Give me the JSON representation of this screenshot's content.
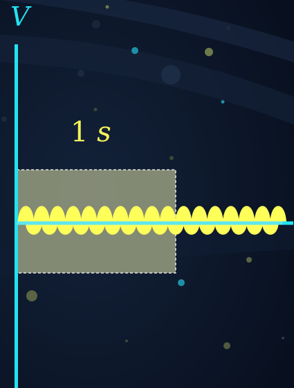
{
  "axis_label": "V",
  "time_label_number": "1",
  "time_label_unit": "s",
  "colors": {
    "background": "#0a1424",
    "axis": "#22e3f2",
    "wave": "#ffff5a",
    "box_fill": "#8a9078",
    "label": "#f4f35a"
  },
  "wave": {
    "cycles_in_box": 10,
    "cycles_total": 17
  }
}
